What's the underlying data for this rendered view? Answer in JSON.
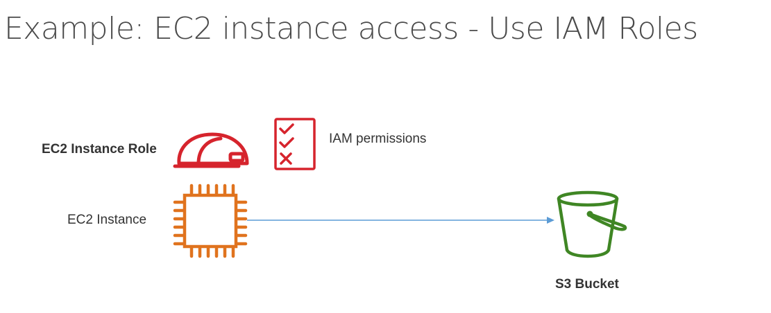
{
  "title": "Example: EC2 instance access - Use IAM Roles",
  "diagram": {
    "role_label": "EC2 Instance Role",
    "permissions_label": "IAM permissions",
    "instance_label": "EC2 Instance",
    "bucket_label": "S3 Bucket"
  },
  "icons": {
    "role": "hard-hat-icon",
    "permissions": "checklist-icon",
    "instance": "ec2-chip-icon",
    "bucket": "s3-bucket-icon"
  },
  "colors": {
    "role": "#d6242d",
    "instance": "#e0731e",
    "bucket": "#3f8624",
    "arrow": "#5b9bd5"
  }
}
